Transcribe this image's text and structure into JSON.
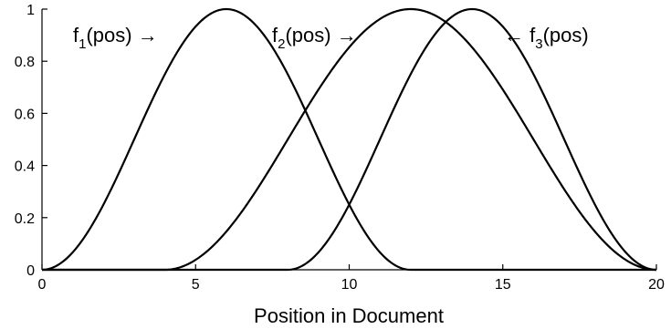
{
  "chart_data": {
    "type": "line",
    "title": "",
    "xlabel": "Position in Document",
    "ylabel": "",
    "xlim": [
      0,
      20
    ],
    "ylim": [
      0,
      1
    ],
    "xticks": [
      0,
      5,
      10,
      15,
      20
    ],
    "yticks": [
      0,
      0.2,
      0.4,
      0.6,
      0.8,
      1
    ],
    "ytick_labels": [
      "0",
      "0.2",
      "0.4",
      "0.6",
      "0.8",
      "1"
    ],
    "grid": false,
    "series": [
      {
        "center": 6,
        "support": [
          0,
          12
        ]
      },
      {
        "center": 12,
        "support": [
          4,
          20
        ]
      },
      {
        "center": 14,
        "support": [
          8,
          20
        ]
      }
    ],
    "annotations": [
      {
        "label": "f",
        "sub": "1",
        "tail": "(pos)",
        "arrow": "→",
        "arrow_side": "right"
      },
      {
        "label": "f",
        "sub": "2",
        "tail": "(pos)",
        "arrow": "→",
        "arrow_side": "right"
      },
      {
        "label": "f",
        "sub": "3",
        "tail": "(pos)",
        "arrow": "←",
        "arrow_side": "left"
      }
    ]
  }
}
